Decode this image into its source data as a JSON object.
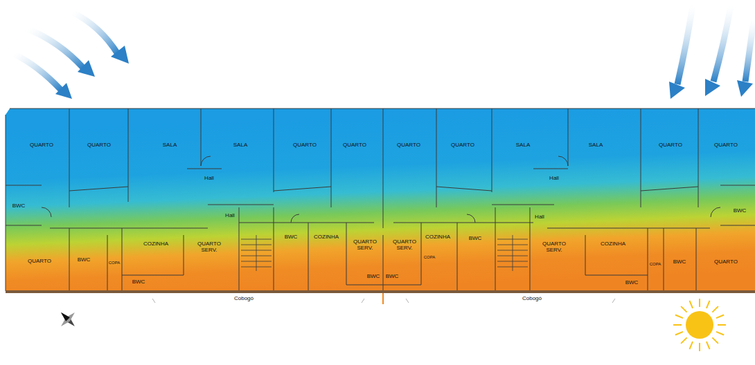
{
  "diagram": {
    "labels": [
      "QUARTO",
      "QUARTO",
      "SALA",
      "SALA",
      "QUARTO",
      "QUARTO",
      "QUARTO",
      "QUARTO",
      "SALA",
      "SALA",
      "QUARTO",
      "QUARTO",
      "Hall",
      "Hall",
      "BWC",
      "BWC",
      "Hall",
      "Hall",
      "BWC",
      "COZINHA",
      "QUARTO SERV.",
      "QUARTO SERV.",
      "COZINHA",
      "BWC",
      "COZINHA",
      "QUARTO SERV.",
      "QUARTO SERV.",
      "COZINHA",
      "QUARTO",
      "BWC",
      "COPA",
      "COPA",
      "COPA",
      "BWC",
      "QUARTO",
      "BWC",
      "BWC",
      "BWC",
      "BWC",
      "Cobogó",
      "Cobogó"
    ]
  }
}
